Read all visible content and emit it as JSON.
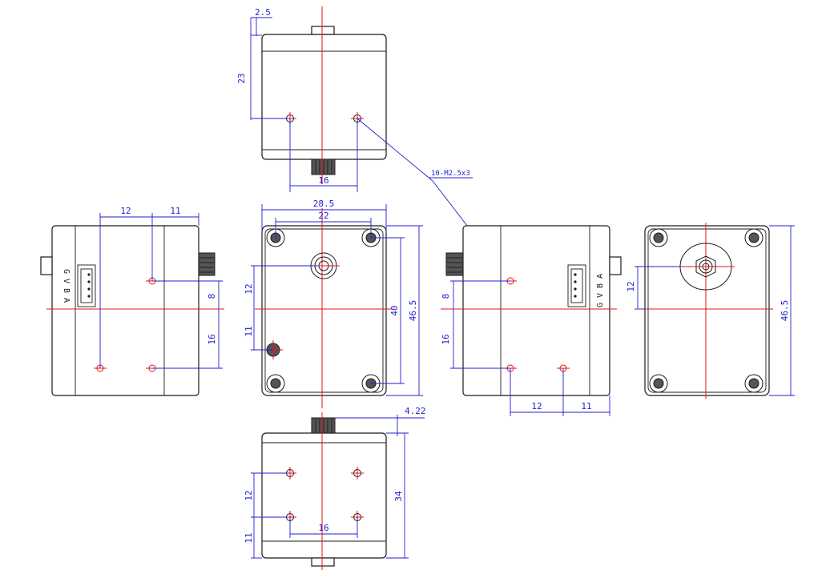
{
  "colors": {
    "outline": "#1a1a1a",
    "centerline": "#e8101a",
    "dimension": "#1f1fd0"
  },
  "top_view": {
    "dim_offset": "2.5",
    "dim_height": "23",
    "dim_hole_spacing": "16",
    "callout": "10-M2.5x3"
  },
  "front_view": {
    "dim_width": "28.5",
    "dim_holes": "22",
    "dim_12": "12",
    "dim_11": "11",
    "dim_40": "40",
    "dim_465": "46.5"
  },
  "left_view": {
    "dim_12": "12",
    "dim_11": "11",
    "dim_8": "8",
    "dim_16": "16",
    "pins": [
      "G",
      "V",
      "B",
      "A"
    ]
  },
  "right_view": {
    "dim_8": "8",
    "dim_16": "16",
    "dim_12": "12",
    "dim_11": "11",
    "pins": [
      "G",
      "V",
      "B",
      "A"
    ]
  },
  "back_view": {
    "dim_12": "12",
    "dim_465": "46.5"
  },
  "bottom_view": {
    "dim_422": "4.22",
    "dim_34": "34",
    "dim_12": "12",
    "dim_11": "11",
    "dim_16": "16"
  }
}
